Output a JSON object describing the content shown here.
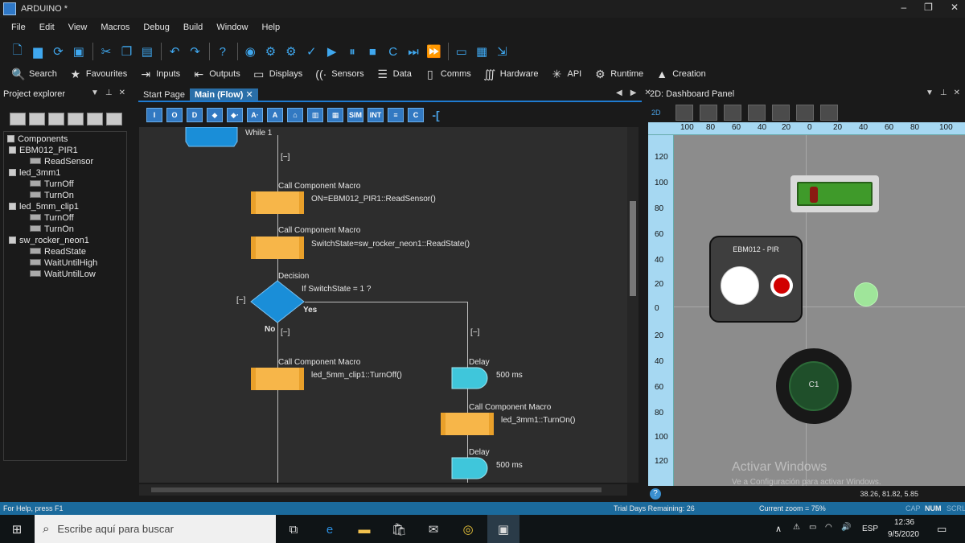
{
  "window": {
    "title": "ARDUINO *"
  },
  "menu": [
    "File",
    "Edit",
    "View",
    "Macros",
    "Debug",
    "Build",
    "Window",
    "Help"
  ],
  "toolbar2": [
    {
      "label": "Search",
      "icon": "search-icon"
    },
    {
      "label": "Favourites",
      "icon": "star-icon"
    },
    {
      "label": "Inputs",
      "icon": "inputs-icon"
    },
    {
      "label": "Outputs",
      "icon": "outputs-icon"
    },
    {
      "label": "Displays",
      "icon": "display-icon"
    },
    {
      "label": "Sensors",
      "icon": "sensor-icon"
    },
    {
      "label": "Data",
      "icon": "data-icon"
    },
    {
      "label": "Comms",
      "icon": "comms-icon"
    },
    {
      "label": "Hardware",
      "icon": "hardware-icon"
    },
    {
      "label": "API",
      "icon": "api-icon"
    },
    {
      "label": "Runtime",
      "icon": "gear-icon"
    },
    {
      "label": "Creation",
      "icon": "creation-icon"
    }
  ],
  "project_explorer": {
    "title": "Project explorer",
    "tree": [
      {
        "label": "Components",
        "level": 0
      },
      {
        "label": "EBM012_PIR1",
        "level": 1
      },
      {
        "label": "ReadSensor",
        "level": 2
      },
      {
        "label": "led_3mm1",
        "level": 1
      },
      {
        "label": "TurnOff",
        "level": 2
      },
      {
        "label": "TurnOn",
        "level": 2
      },
      {
        "label": "led_5mm_clip1",
        "level": 1
      },
      {
        "label": "TurnOff",
        "level": 2
      },
      {
        "label": "TurnOn",
        "level": 2
      },
      {
        "label": "sw_rocker_neon1",
        "level": 1
      },
      {
        "label": "ReadState",
        "level": 2
      },
      {
        "label": "WaitUntilHigh",
        "level": 2
      },
      {
        "label": "WaitUntilLow",
        "level": 2
      }
    ]
  },
  "editor": {
    "tabs": [
      {
        "label": "Start Page"
      },
      {
        "label": "Main (Flow)"
      }
    ],
    "flow_tools": [
      "I",
      "O",
      "D",
      "◆",
      "◆·",
      "A·",
      "A",
      "⌂",
      "▥",
      "▦",
      "SIM",
      "INT",
      "≡",
      "C",
      "-["
    ],
    "flow": {
      "loop_label": "While 1",
      "collapse_1": "[−]",
      "macro1_title": "Call Component Macro",
      "macro1_text": "ON=EBM012_PIR1::ReadSensor()",
      "macro2_title": "Call Component Macro",
      "macro2_text": "SwitchState=sw_rocker_neon1::ReadState()",
      "decision_title": "Decision",
      "decision_text": "If  SwitchState = 1 ?",
      "decision_collapse": "[−]",
      "yes": "Yes",
      "no": "No",
      "no_collapse": "[−]",
      "yes_collapse": "[−]",
      "macro3_title": "Call Component Macro",
      "macro3_text": "led_5mm_clip1::TurnOff()",
      "delay1_title": "Delay",
      "delay1_text": "500 ms",
      "macro4_title": "Call Component Macro",
      "macro4_text": "led_3mm1::TurnOn()",
      "delay2_title": "Delay",
      "delay2_text": "500 ms"
    }
  },
  "dashboard": {
    "title": "2D: Dashboard Panel",
    "mode": "2D",
    "ruler_top": [
      "100",
      "80",
      "60",
      "40",
      "20",
      "0",
      "20",
      "40",
      "60",
      "80",
      "100"
    ],
    "ruler_left": [
      "120",
      "100",
      "80",
      "60",
      "40",
      "20",
      "0",
      "20",
      "40",
      "60",
      "80",
      "100",
      "120"
    ],
    "pir_label": "EBM012 - PIR",
    "button_label": "C1",
    "coords": "38.26, 81.82, 5.85"
  },
  "activation": {
    "title": "Activar Windows",
    "subtitle": "Ve a Configuración para activar Windows."
  },
  "statusbar": {
    "help": "For Help, press F1",
    "trial": "Trial Days Remaining: 26",
    "zoom": "Current zoom = 75%",
    "cap": "CAP",
    "num": "NUM",
    "scrl": "SCRL"
  },
  "taskbar": {
    "search_placeholder": "Escribe aquí para buscar",
    "lang": "ESP",
    "time": "12:36",
    "date": "9/5/2020"
  },
  "colors": {
    "accent": "#1f7bd1",
    "macro": "#f7b649",
    "decision": "#1a8ed8",
    "delay": "#3fc6db",
    "status": "#1b6a9c"
  }
}
